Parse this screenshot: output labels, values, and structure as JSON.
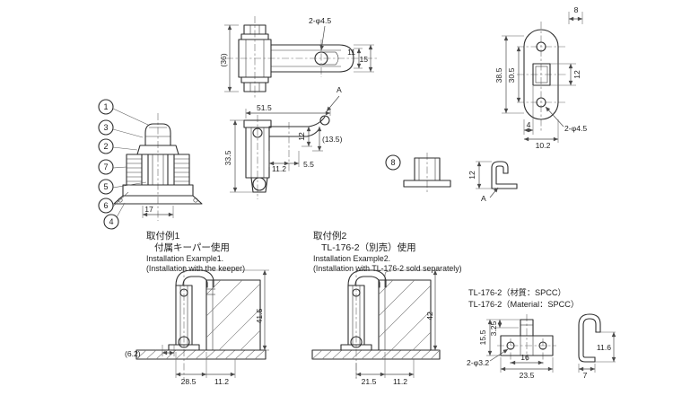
{
  "colors": {
    "ink": "#2e2e2e",
    "background": "#ffffff"
  },
  "drawing": {
    "top_view": {
      "dim_height": "(36)",
      "dim_hole": "2-φ4.5",
      "dim_a": "11",
      "dim_b": "15"
    },
    "plate_view": {
      "dim_tab": "8",
      "dim_total": "38.5",
      "dim_holes": "30.5",
      "dim_slot": "12",
      "dim_edge": "4",
      "dim_width": "10.2",
      "dim_hole": "2-φ4.5"
    },
    "front_view": {
      "callouts": [
        "1",
        "3",
        "2",
        "7",
        "5",
        "6",
        "4"
      ],
      "dim_center": "17"
    },
    "side_view": {
      "dim_length": "51.5",
      "section_label": "A",
      "dim_drop": "12",
      "dim_alt": "(13.5)",
      "dim_height": "33.5",
      "dim_a": "11.2",
      "dim_b": "5.5"
    },
    "keeper_view": {
      "callout": "8",
      "dim_height": "12",
      "section_label": "A"
    },
    "install1": {
      "title": "取付例1",
      "subtitle": "付属キーパー使用",
      "title_en": "Installation Example1.",
      "subtitle_en": "(Installation with the keeper)",
      "dim_height": "41.5",
      "dim_offset": "(6.2)",
      "dim_a": "28.5",
      "dim_b": "11.2"
    },
    "install2": {
      "title": "取付例2",
      "subtitle": "TL-176-2（別売）使用",
      "title_en": "Installation Example2.",
      "subtitle_en": "(Installation with TL-176-2 sold separately)",
      "dim_height": "42",
      "dim_a": "21.5",
      "dim_b": "11.2"
    },
    "tl176": {
      "title": "TL-176-2（材質：SPCC）",
      "title_en": "TL-176-2（Material：SPCC）",
      "dim_height": "15.5",
      "dim_bend": "3.25",
      "dim_hole": "2-φ3.2",
      "dim_holes": "16",
      "dim_width": "23.5",
      "dim_foot": "7",
      "dim_side": "11.6"
    }
  }
}
